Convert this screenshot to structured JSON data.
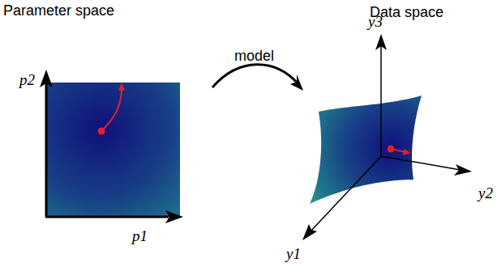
{
  "diagram": {
    "labels": [
      "Parameter space",
      "Data space",
      "model",
      "p2",
      "p1",
      "y3",
      "y2",
      "y1"
    ]
  }
}
